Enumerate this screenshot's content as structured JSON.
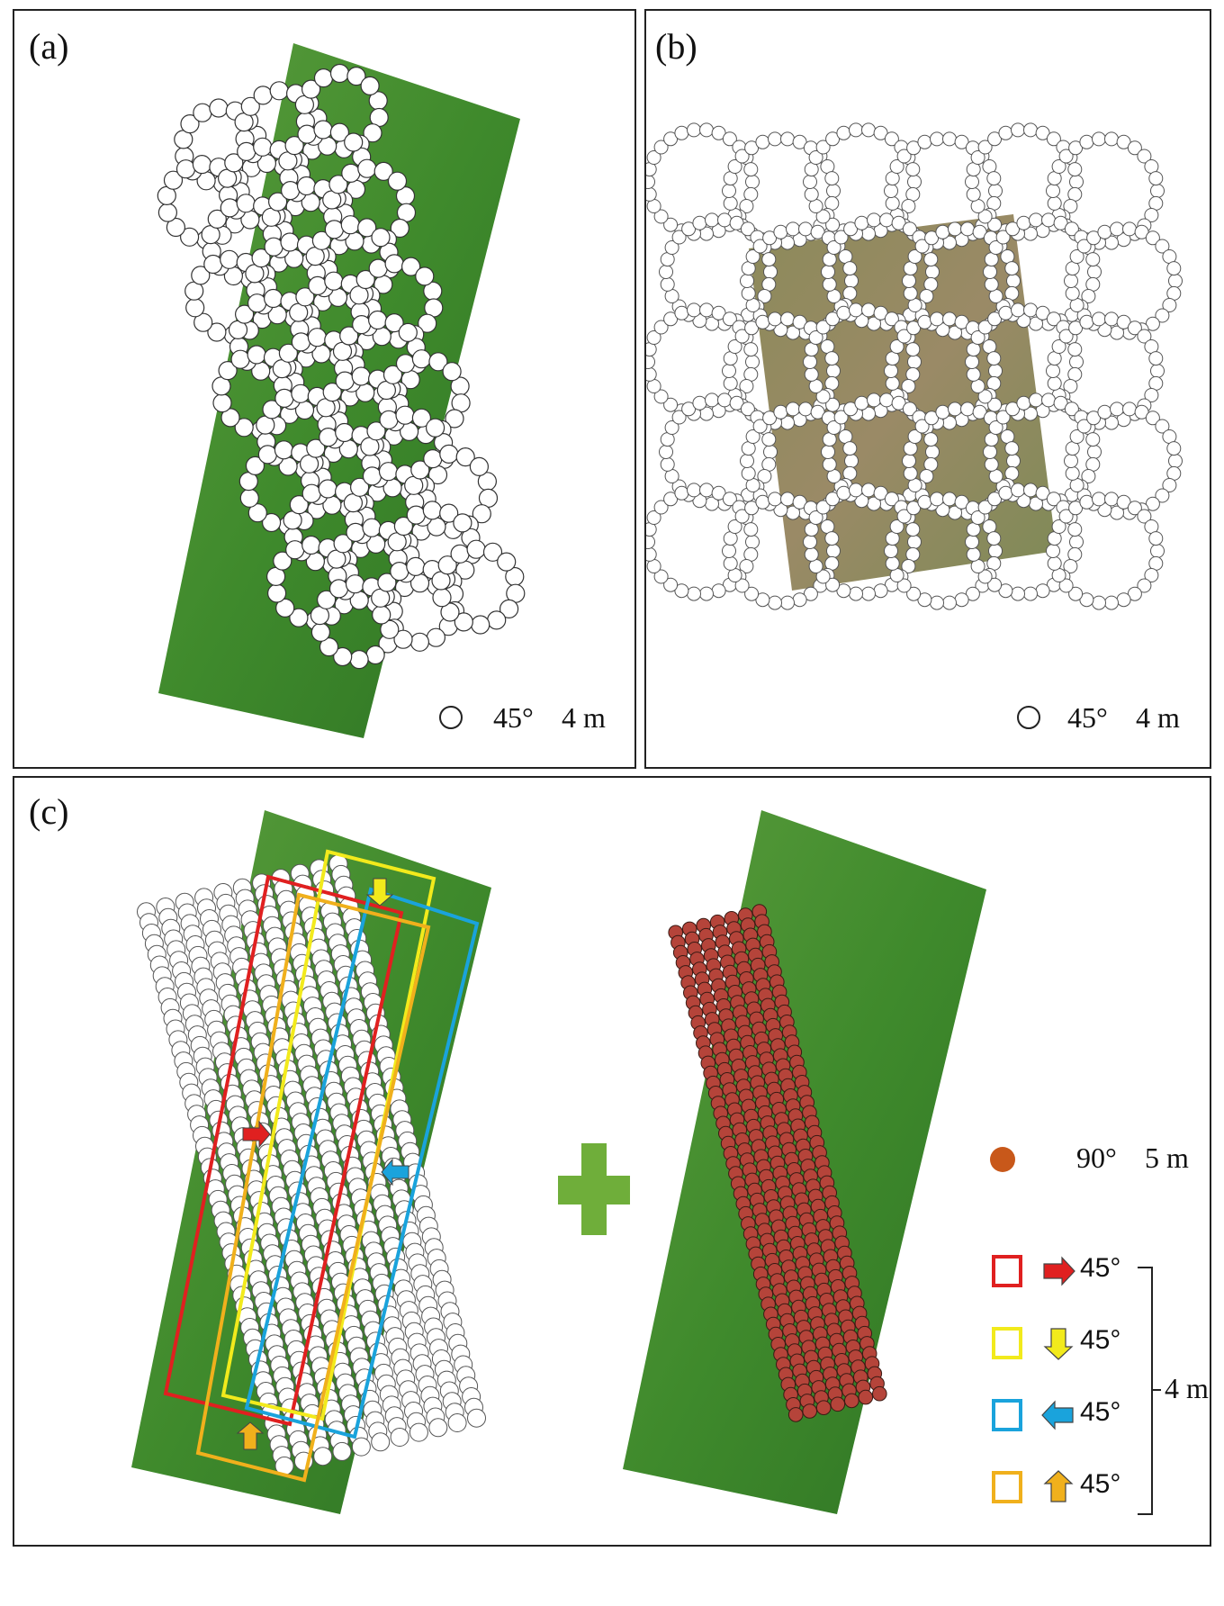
{
  "panels": {
    "a": {
      "label": "(a)",
      "legend_angle": "45°",
      "legend_height": "4 m"
    },
    "b": {
      "label": "(b)",
      "legend_angle": "45°",
      "legend_height": "4 m"
    },
    "c": {
      "label": "(c)"
    }
  },
  "legend_c": {
    "nadir": {
      "angle": "90°",
      "height": "5 m",
      "color": "#c8581a"
    },
    "oblique": [
      {
        "box_color": "#e02020",
        "arrow_dir": "right",
        "angle": "45°"
      },
      {
        "box_color": "#f2ea1c",
        "arrow_dir": "down",
        "angle": "45°"
      },
      {
        "box_color": "#1aa3dc",
        "arrow_dir": "left",
        "angle": "45°"
      },
      {
        "box_color": "#f0b01c",
        "arrow_dir": "up",
        "angle": "45°"
      }
    ],
    "bracket_label": "4 m"
  },
  "colors": {
    "field_green": "#3f8a2c",
    "plus": "#6fae3a",
    "nadir_point": "#b5443a"
  }
}
